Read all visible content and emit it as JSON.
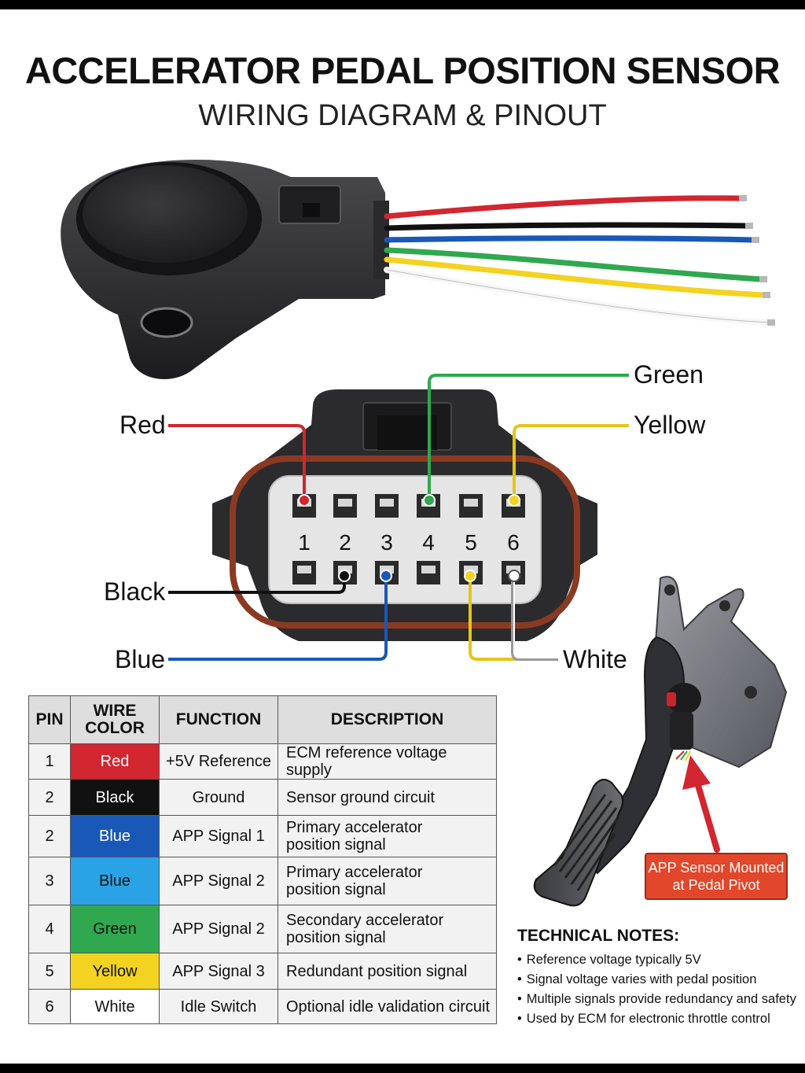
{
  "header": {
    "title": "ACCELERATOR PEDAL POSITION SENSOR",
    "subtitle": "WIRING DIAGRAM & PINOUT"
  },
  "connector": {
    "pin_numbers": [
      "1",
      "2",
      "3",
      "4",
      "5",
      "6"
    ],
    "wire_labels": {
      "red": "Red",
      "green": "Green",
      "yellow": "Yellow",
      "black": "Black",
      "blue": "Blue",
      "white": "White"
    }
  },
  "colors": {
    "red": "#d22630",
    "black": "#111111",
    "dark_blue": "#1958b7",
    "light_blue": "#29a3e6",
    "green": "#2fa84f",
    "yellow": "#f3d221",
    "white": "#ffffff",
    "housing": "#2b2b2d",
    "seal": "#8a3a22",
    "callout": "#e2472b"
  },
  "table": {
    "headers": {
      "pin": "PIN",
      "wire_color_line1": "WIRE",
      "wire_color_line2": "COLOR",
      "function": "FUNCTION",
      "description": "DESCRIPTION"
    },
    "rows": [
      {
        "pin": "1",
        "color": "Red",
        "function": "+5V Reference",
        "desc1": "ECM reference voltage supply",
        "desc2": ""
      },
      {
        "pin": "2",
        "color": "Black",
        "function": "Ground",
        "desc1": "Sensor ground circuit",
        "desc2": ""
      },
      {
        "pin": "2",
        "color": "Blue",
        "function": "APP Signal 1",
        "desc1": "Primary accelerator",
        "desc2": "position signal"
      },
      {
        "pin": "3",
        "color": "Blue",
        "function": "APP Signal 2",
        "desc1": "Primary accelerator",
        "desc2": "position signal"
      },
      {
        "pin": "4",
        "color": "Green",
        "function": "APP Signal 2",
        "desc1": "Secondary accelerator",
        "desc2": "position signal"
      },
      {
        "pin": "5",
        "color": "Yellow",
        "function": "APP Signal 3",
        "desc1": "Redundant position signal",
        "desc2": ""
      },
      {
        "pin": "6",
        "color": "White",
        "function": "Idle Switch",
        "desc1": "Optional idle validation circuit",
        "desc2": ""
      }
    ]
  },
  "callout": {
    "line1": "APP Sensor Mounted",
    "line2": "at Pedal Pivot"
  },
  "notes": {
    "title": "TECHNICAL NOTES:",
    "items": [
      "Reference voltage typically 5V",
      "Signal voltage varies with pedal position",
      "Multiple signals provide redundancy and safety",
      "Used by ECM for electronic throttle control"
    ]
  }
}
